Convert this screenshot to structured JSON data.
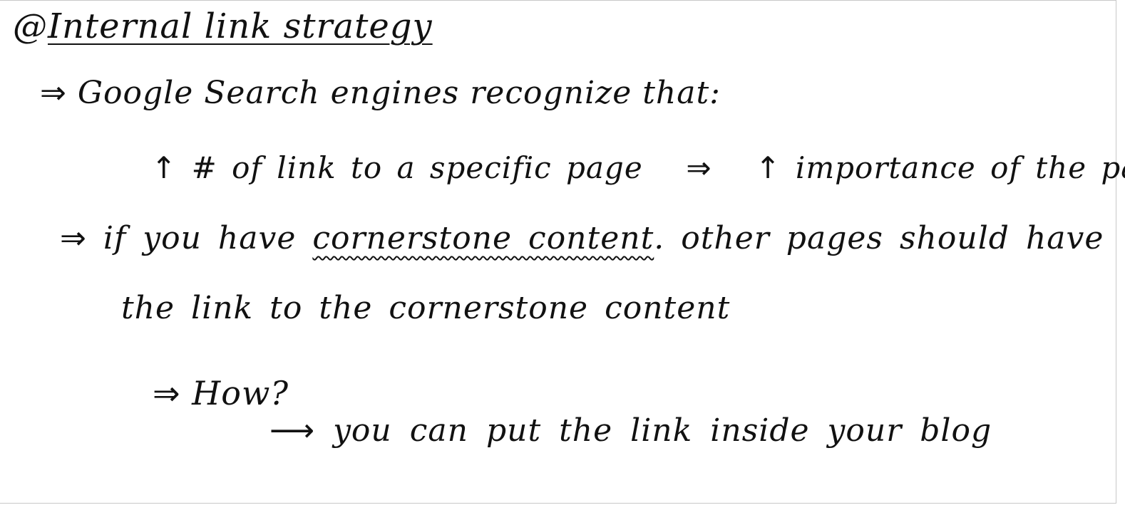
{
  "note": {
    "title": {
      "marker": "@",
      "text": "Internal link strategy"
    },
    "line1": {
      "arrow": "⇒",
      "text": "Google Search engines recognize that:"
    },
    "line2": {
      "up_arrow_1": "↑",
      "left_text": "# of link to a specific page",
      "arrow": "⇒",
      "up_arrow_2": "↑",
      "right_text": "importance of the page"
    },
    "line3": {
      "arrow": "⇒",
      "before": "if you have",
      "emphasis": "cornerstone content",
      "after": ". other pages should have"
    },
    "line4": {
      "text": "the link to the cornerstone content"
    },
    "line5": {
      "arrow": "⇒",
      "text": "How?"
    },
    "line6": {
      "arrow": "⟶",
      "text": "you can put the link inside your blog"
    }
  }
}
